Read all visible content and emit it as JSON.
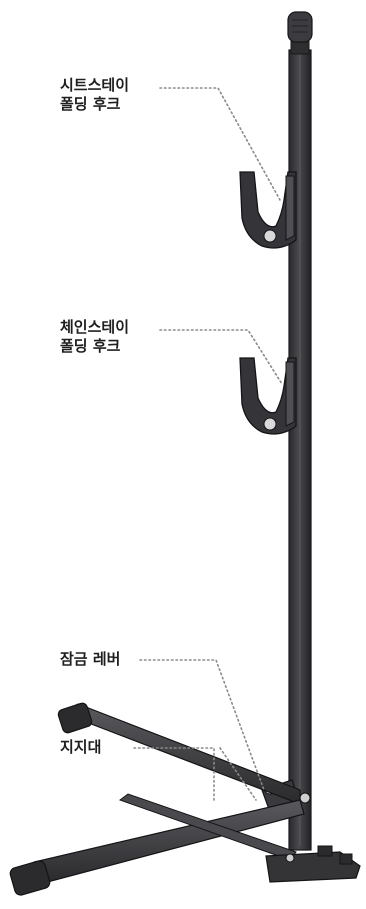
{
  "labels": {
    "seatstay_hook": {
      "line1": "시트스테이",
      "line2": "폴딩 후크"
    },
    "chainstay_hook": {
      "line1": "체인스테이",
      "line2": "폴딩 후크"
    },
    "lock_lever": {
      "line1": "잠금 레버"
    },
    "support": {
      "line1": "지지대"
    }
  },
  "colors": {
    "frame": "#3a3a3d",
    "frame_dark": "#1e1e20",
    "frame_light": "#6a6a6e",
    "leader": "#8a8a8a",
    "background": "#ffffff"
  }
}
